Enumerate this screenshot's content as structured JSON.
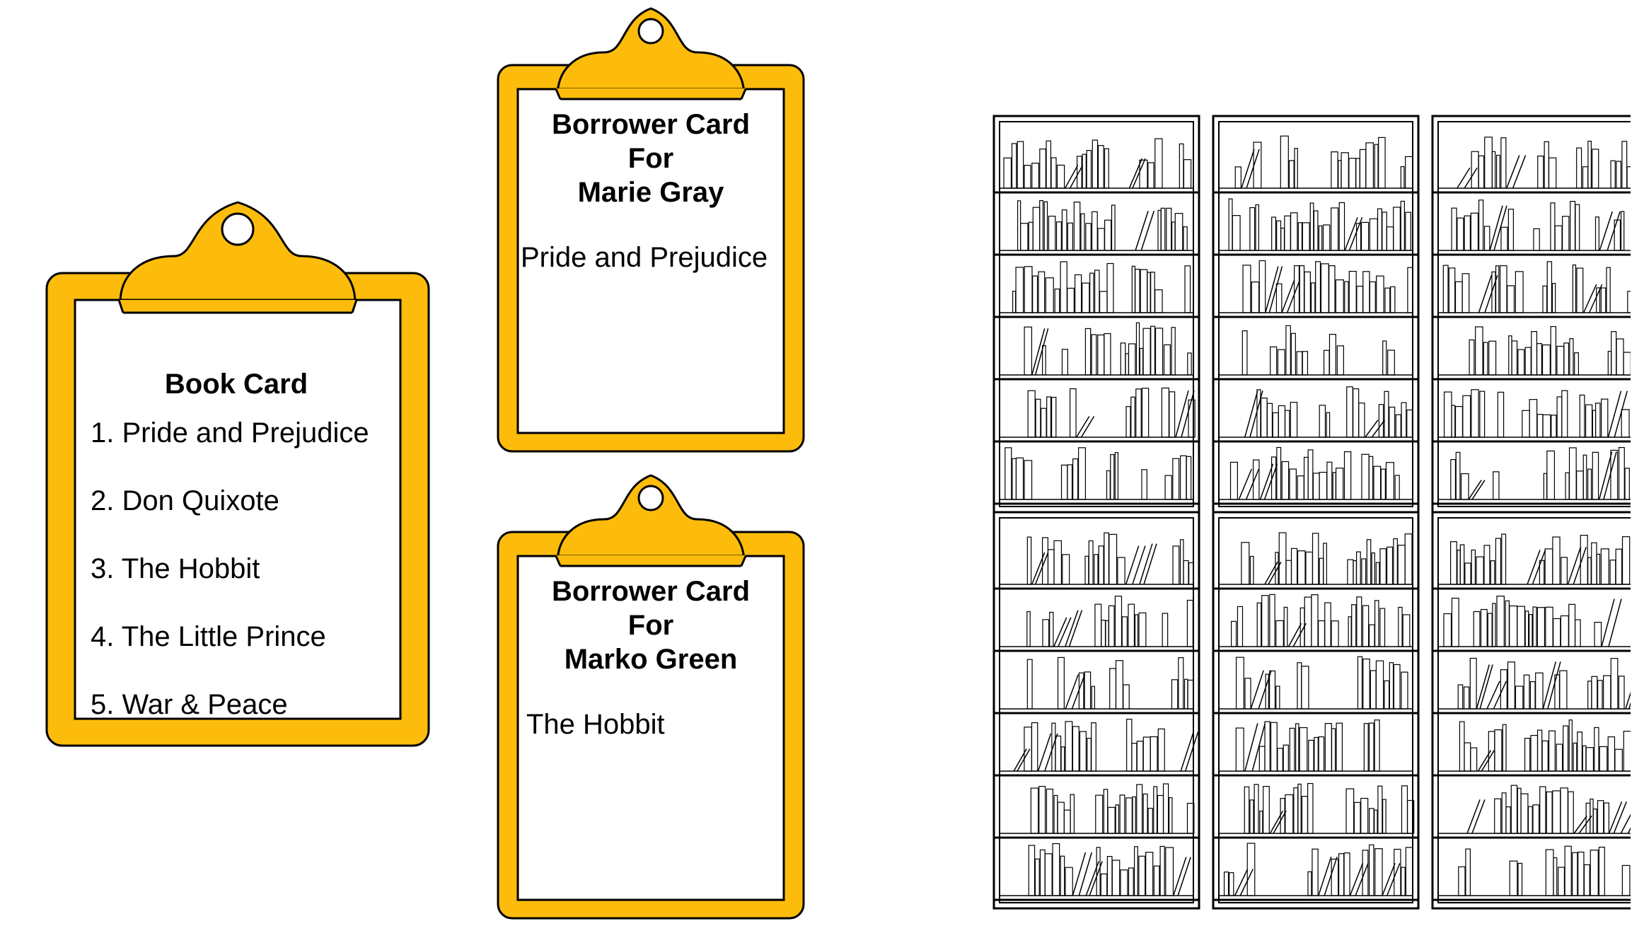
{
  "colors": {
    "clipboard": "#FDBC0B",
    "outline": "#000000",
    "paper": "#FFFFFF"
  },
  "book_card": {
    "title": "Book Card",
    "items": [
      "1. Pride and Prejudice",
      "2. Don Quixote",
      "3. The Hobbit",
      "4. The Little Prince",
      "5. War & Peace"
    ]
  },
  "borrower_cards": [
    {
      "title": "Borrower Card\nFor\nMarie Gray",
      "items": [
        "Pride and Prejudice"
      ]
    },
    {
      "title": "Borrower Card\nFor\nMarko Green",
      "items": [
        "The Hobbit"
      ]
    }
  ],
  "bookshelf": {
    "icon": "bookshelf-icon"
  }
}
